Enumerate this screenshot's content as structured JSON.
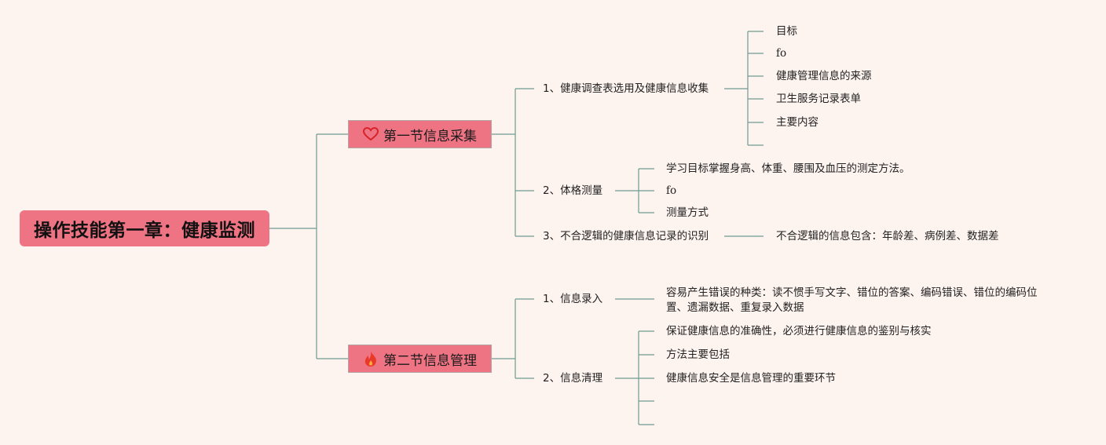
{
  "root": {
    "title": "操作技能第一章：健康监测"
  },
  "sections": [
    {
      "label": "第一节信息采集",
      "icon": "heart-icon",
      "topics": [
        {
          "label": "1、健康调查表选用及健康信息收集",
          "items": [
            "目标",
            "fo",
            "健康管理信息的来源",
            "卫生服务记录表单",
            "主要内容",
            ""
          ]
        },
        {
          "label": "2、体格测量",
          "items": [
            "学习目标掌握身高、体重、腰围及血压的测定方法。",
            "fo",
            "测量方式"
          ]
        },
        {
          "label": "3、不合逻辑的健康信息记录的识别",
          "items": [
            "不合逻辑的信息包含：年龄差、病例差、数据差"
          ]
        }
      ]
    },
    {
      "label": "第二节信息管理",
      "icon": "fire-icon",
      "topics": [
        {
          "label": "1、信息录入",
          "items": [
            "容易产生错误的种类：读不惯手写文字、错位的答案、编码错误、错位的编码位置、遗漏数据、重复录入数据"
          ]
        },
        {
          "label": "2、信息清理",
          "items": [
            "保证健康信息的准确性，必须进行健康信息的鉴别与核实",
            "方法主要包括",
            "健康信息安全是信息管理的重要环节",
            "",
            ""
          ]
        }
      ]
    }
  ],
  "colors": {
    "background": "#fdf3ef",
    "node_fill": "#ee7383",
    "connector": "#6f9c91",
    "heart": "#d8232a",
    "fire": "#e8392a"
  }
}
